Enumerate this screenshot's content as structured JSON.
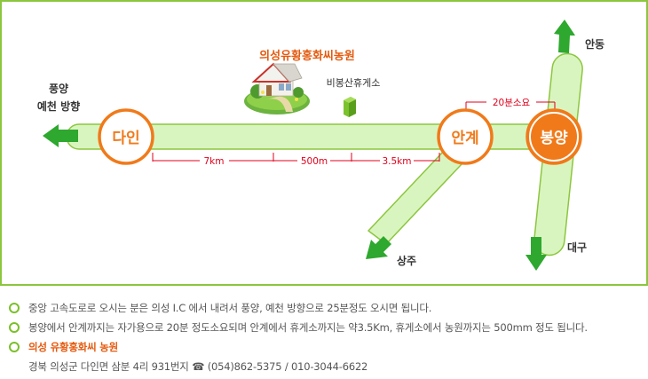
{
  "map": {
    "places": {
      "dain": "다인",
      "angye": "안계",
      "bongyang": "봉양"
    },
    "directions": {
      "pungyang_line1": "풍양",
      "pungyang_line2": "예천 방향",
      "andong": "안동",
      "daegu": "대구",
      "sangju": "상주"
    },
    "farm_name": "의성유황홍화씨농원",
    "rest_area": "비봉산휴게소",
    "distances": {
      "d1": "7km",
      "d2": "500m",
      "d3": "3.5km",
      "time": "20분소요"
    },
    "colors": {
      "road_fill": "#d9f5bf",
      "road_stroke": "#8cc63f",
      "arrow": "#2ea82e",
      "circle": "#f07a1a",
      "accent_text": "#e55a0f",
      "distance_red": "#e0001b",
      "frame": "#8cc63f"
    }
  },
  "info": {
    "line1": "중앙 고속도로로 오시는 분은 의성 I.C 에서 내려서 풍양, 예천 방향으로 25분정도 오시면 됩니다.",
    "line2": "봉양에서 안계까지는 자가용으로 20분 정도소요되며 안계에서 휴게소까지는 약3.5Km, 휴게소에서 농원까지는 500mm 정도 됩니다.",
    "title": "의성 유황홍화씨 농원",
    "address": "경북 의성군 다인면 삼분 4리 931번지 ☎ (054)862-5375 / 010-3044-6622"
  }
}
